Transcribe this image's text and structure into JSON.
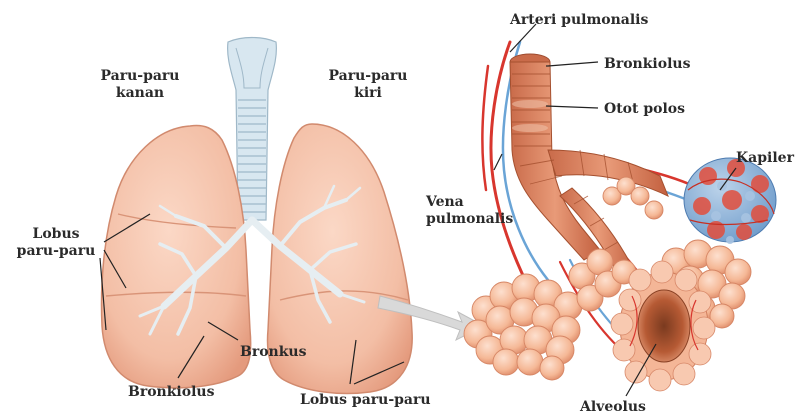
{
  "labels": {
    "right_lung_line1": "Paru-paru",
    "right_lung_line2": "kanan",
    "left_lung_line1": "Paru-paru",
    "left_lung_line2": "kiri",
    "lobe_left_line1": "Lobus",
    "lobe_left_line2": "paru-paru",
    "bronkiolus_bottom": "Bronkiolus",
    "bronkus": "Bronkus",
    "lobe_bottom": "Lobus paru-paru",
    "arteri": "Arteri pulmonalis",
    "bronkiolus_top": "Bronkiolus",
    "otot": "Otot polos",
    "kapiler": "Kapiler",
    "vena_line1": "Vena",
    "vena_line2": "pulmonalis",
    "alveolus": "Alveolus"
  },
  "colors": {
    "lung_fill": "#f5c3ac",
    "lung_shade": "#e9a58b",
    "trachea": "#cfe0ea",
    "artery": "#d8362e",
    "vein": "#6aa4d6",
    "bronchiole": "#d98462",
    "alveoli": "#f6b99a",
    "leader": "#222222"
  }
}
